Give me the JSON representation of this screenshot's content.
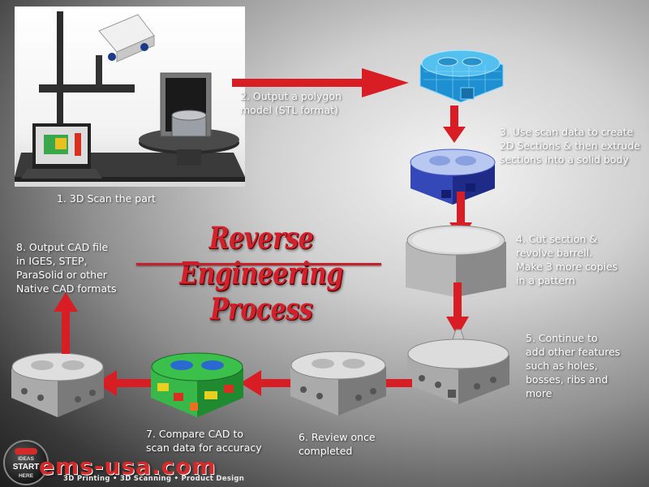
{
  "title": "Reverse Engineering Process",
  "steps": [
    "1. 3D Scan the part",
    "2. Output a polygon\nmodel (STL format)",
    "3. Use scan data to create\n2D Sections & then extrude\nsections into a solid body",
    "4. Cut section &\nrevolve barrell.\nMake 3 more copies\nin a pattern",
    "5. Continue to\nadd other features\nsuch as holes,\nbosses, ribs and\nmore",
    "6. Review once\ncompleted",
    "7. Compare CAD to\nscan data for accuracy",
    "8. Output CAD file\nin IGES, STEP,\nParaSolid or other\nNative CAD formats"
  ],
  "logo": {
    "text": "ems-usa.com",
    "tagline": "3D Printing • 3D Scanning • Product Design",
    "badge_small_top": "IDEAS",
    "badge_main": "START",
    "badge_small_bottom": "HERE"
  },
  "colors": {
    "arrow": "#d81e24",
    "title": "#d4202a",
    "scan_mesh": "#2ea6e0",
    "solid_blue": "#3048b8",
    "cad_gray": "#c8c8c8"
  }
}
